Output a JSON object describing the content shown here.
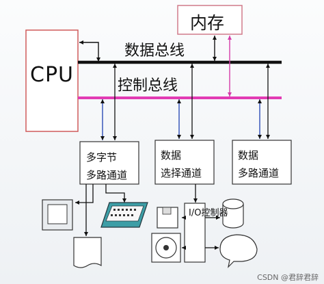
{
  "cpu_label": "CPU",
  "memory_label": "内存",
  "data_bus_label": "数据总线",
  "control_bus_label": "控制总线",
  "channel_multibyte": [
    "多字节",
    "多路通道"
  ],
  "channel_selector": [
    "数据",
    "选择通道"
  ],
  "channel_multiplex": [
    "数据",
    "多路通道"
  ],
  "io_controller_label": "I/O控制器",
  "watermark": "CSDN @君辞君辞",
  "colors": {
    "data_bus": "#111111",
    "control_bus": "#e23bb4",
    "cpu_border": "#cf5a5a",
    "memory_border": "#d07a8a",
    "control_line": "#d43aa8",
    "data_line": "#1b3fb0"
  }
}
